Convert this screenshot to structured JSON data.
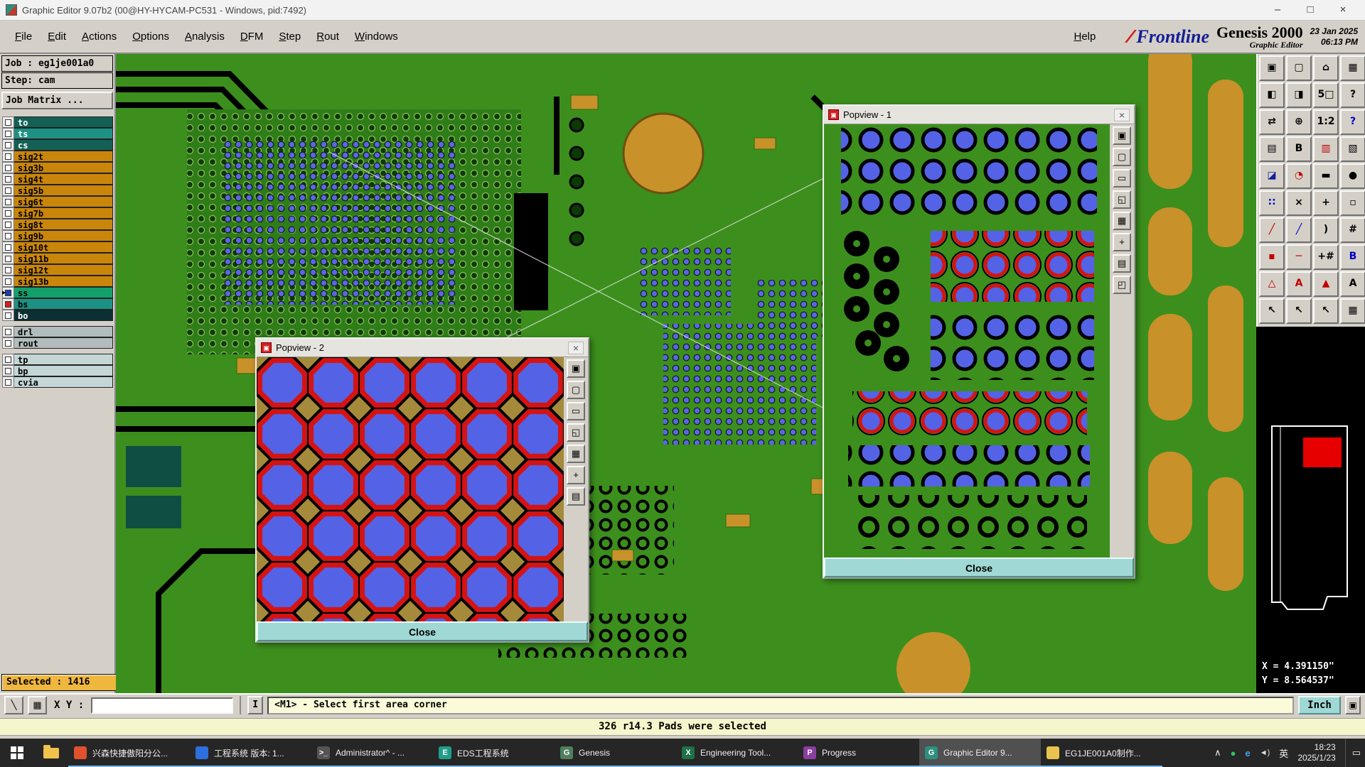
{
  "window": {
    "title": "Graphic Editor 9.07b2 (00@HY-HYCAM-PC531 - Windows, pid:7492)",
    "minimize": "–",
    "maximize": "□",
    "close": "×"
  },
  "menubar": {
    "items": [
      "File",
      "Edit",
      "Actions",
      "Options",
      "Analysis",
      "DFM",
      "Step",
      "Rout",
      "Windows"
    ],
    "help": "Help"
  },
  "branding": {
    "logo_mark": "∕∕∕",
    "logo_text": "Frontline",
    "product": "Genesis 2000",
    "subtitle": "Graphic Editor",
    "datetime_line1": "23 Jan 2025",
    "datetime_line2": "06:13 PM"
  },
  "job_panel": {
    "job_label": "Job : eg1je001a0",
    "step_label": "Step: cam",
    "matrix_button": "Job Matrix ..."
  },
  "layers": [
    {
      "name": "to",
      "style": "background:#156055;color:#fff"
    },
    {
      "name": "ts",
      "style": "background:#1d9183;color:#fff"
    },
    {
      "name": "cs",
      "style": "background:#156055;color:#fff"
    },
    {
      "name": "sig2t",
      "style": "background:#c9860b;color:#000"
    },
    {
      "name": "sig3b",
      "style": "background:#c9860b;color:#000"
    },
    {
      "name": "sig4t",
      "style": "background:#c9860b;color:#000"
    },
    {
      "name": "sig5b",
      "style": "background:#c9860b;color:#000"
    },
    {
      "name": "sig6t",
      "style": "background:#c9860b;color:#000"
    },
    {
      "name": "sig7b",
      "style": "background:#c9860b;color:#000"
    },
    {
      "name": "sig8t",
      "style": "background:#c9860b;color:#000"
    },
    {
      "name": "sig9b",
      "style": "background:#c9860b;color:#000"
    },
    {
      "name": "sig10t",
      "style": "background:#c9860b;color:#000"
    },
    {
      "name": "sig11b",
      "style": "background:#c9860b;color:#000"
    },
    {
      "name": "sig12t",
      "style": "background:#c9860b;color:#000"
    },
    {
      "name": "sig13b",
      "style": "background:#c9860b;color:#000"
    },
    {
      "name": "ss",
      "style": "background:#13a06a;color:#000",
      "box": "background:#1b3fae",
      "marker": "▶"
    },
    {
      "name": "bs",
      "style": "background:#1d9183;color:#000",
      "box": "background:#d42020"
    },
    {
      "name": "bo",
      "style": "background:#0c2f33;color:#fff"
    },
    {
      "name": "drl",
      "style": "background:#b2bcbc;color:#000"
    },
    {
      "name": "rout",
      "style": "background:#b2bcbc;color:#000"
    },
    {
      "name": "tp",
      "style": "background:#c4d6d6;color:#000"
    },
    {
      "name": "bp",
      "style": "background:#c4d6d6;color:#000"
    },
    {
      "name": "cvia",
      "style": "background:#c4d6d6;color:#000"
    }
  ],
  "popview1": {
    "title": "Popview - 1",
    "icon": "▣",
    "close_x": "×",
    "close_button": "Close",
    "tools": [
      "▣",
      "▢",
      "▭",
      "◱",
      "▦",
      "+",
      "▤",
      "◰"
    ]
  },
  "popview2": {
    "title": "Popview - 2",
    "icon": "▣",
    "close_x": "×",
    "close_button": "Close",
    "tools": [
      "▣",
      "▢",
      "▭",
      "◱",
      "▦",
      "+",
      "▤"
    ]
  },
  "right_toolbar": {
    "buttons": [
      {
        "g": "▣"
      },
      {
        "g": "▢"
      },
      {
        "g": "⌂"
      },
      {
        "g": "▦"
      },
      {
        "g": "◧"
      },
      {
        "g": "◨"
      },
      {
        "g": "5□"
      },
      {
        "g": "?"
      },
      {
        "g": "⇄"
      },
      {
        "g": "⊕"
      },
      {
        "g": "1:2"
      },
      {
        "g": "?",
        "s": "color:#0000c0"
      },
      {
        "g": "▤"
      },
      {
        "g": "B"
      },
      {
        "g": "▥",
        "s": "color:#c00000"
      },
      {
        "g": "▧"
      },
      {
        "g": "◪",
        "s": "color:#141e96"
      },
      {
        "g": "◔",
        "s": "color:#c00000"
      },
      {
        "g": "▬"
      },
      {
        "g": "●"
      },
      {
        "g": "∷",
        "s": "color:#0000c0"
      },
      {
        "g": "×"
      },
      {
        "g": "+"
      },
      {
        "g": "▫"
      },
      {
        "g": "╱",
        "s": "color:#c00000"
      },
      {
        "g": "╱",
        "s": "color:#0000c0"
      },
      {
        "g": ")"
      },
      {
        "g": "#"
      },
      {
        "g": "▪",
        "s": "color:#c00000"
      },
      {
        "g": "─",
        "s": "color:#c00000"
      },
      {
        "g": "+#"
      },
      {
        "g": "B",
        "s": "color:#0000c0"
      },
      {
        "g": "△",
        "s": "color:#c00000"
      },
      {
        "g": "A",
        "s": "color:#c00000"
      },
      {
        "g": "▲",
        "s": "color:#c00000"
      },
      {
        "g": "A"
      },
      {
        "g": "↖"
      },
      {
        "g": "↖"
      },
      {
        "g": "↖"
      },
      {
        "g": "▦"
      }
    ]
  },
  "overview": {
    "coord_x": "X = 4.391150\"",
    "coord_y": "Y = 8.564537\""
  },
  "statusbar": {
    "selected": "Selected : 1416",
    "tool1": "╲",
    "tool2": "▦",
    "xy_label": "X Y :",
    "xy_value": "",
    "ibutton": "I",
    "message": "<M1> - Select first area corner",
    "units": "Inch",
    "extra": "▣",
    "info": "326 r14.3 Pads were selected"
  },
  "taskbar": {
    "apps": [
      {
        "label": "兴森快捷傲阳分公...",
        "icon": "",
        "icon_style": "background:#e0512e"
      },
      {
        "label": "工程系统 版本: 1...",
        "icon": "",
        "icon_style": "background:#2e6fe0"
      },
      {
        "label": "Administrator^ - ...",
        "icon": ">_",
        "icon_style": "background:#555"
      },
      {
        "label": "EDS工程系统",
        "icon": "E",
        "icon_style": "background:#1f9e8a"
      },
      {
        "label": "Genesis",
        "icon": "G",
        "icon_style": "background:#4f7f5f"
      },
      {
        "label": "Engineering Tool...",
        "icon": "X",
        "icon_style": "background:#1e7145"
      },
      {
        "label": "Progress",
        "icon": "P",
        "icon_style": "background:#8a3fa0"
      },
      {
        "label": "Graphic Editor 9...",
        "icon": "G",
        "icon_style": "background:#2d8f7f"
      },
      {
        "label": "EG1JE001A0制作...",
        "icon": "",
        "icon_style": "background:#e8c34d"
      }
    ],
    "tray": {
      "chevron": "∧",
      "icons": [
        {
          "g": "●",
          "s": "color:#35c05f"
        },
        {
          "g": "e",
          "s": "color:#4aa3e8;font-weight:bold"
        },
        {
          "g": "◄)",
          "s": "color:#ddd;font-size:11px"
        }
      ],
      "lang": "英",
      "time": "18:23",
      "date": "2025/1/23",
      "action": "▭"
    }
  },
  "colors": {
    "pcb-green": "#3c8f1d",
    "pad-gold": "#c8912a",
    "via-blue": "#5463e6",
    "ring-red": "#d41414",
    "panel-beige": "#d4d0c8",
    "close-teal": "#9fd8d4",
    "highlight-yellow": "#f0b73e",
    "info-yellow": "#f6f6cc"
  }
}
